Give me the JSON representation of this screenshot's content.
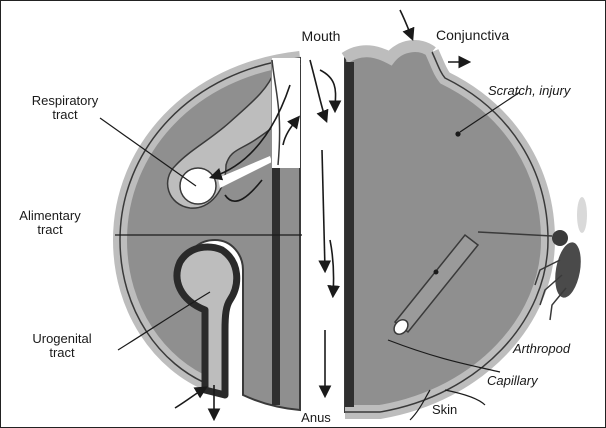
{
  "labels": {
    "mouth": "Mouth",
    "conjunctiva": "Conjunctiva",
    "respiratory_line1": "Respiratory",
    "respiratory_line2": "tract",
    "alimentary_line1": "Alimentary",
    "alimentary_line2": "tract",
    "urogenital_line1": "Urogenital",
    "urogenital_line2": "tract",
    "scratch_injury": "Scratch, injury",
    "arthropod": "Arthropod",
    "capillary": "Capillary",
    "skin": "Skin",
    "anus": "Anus"
  },
  "colors": {
    "body_fill": "#8f8f8f",
    "skin_band": "#bdbdbd",
    "lining": "#3a3a3a",
    "ink": "#1a1a1a"
  }
}
